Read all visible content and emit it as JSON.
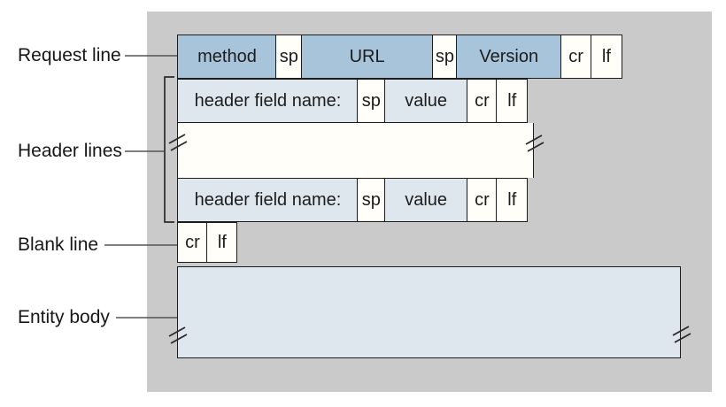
{
  "labels": {
    "request_line": "Request line",
    "header_lines": "Header lines",
    "blank_line": "Blank line",
    "entity_body": "Entity body"
  },
  "request_row": {
    "cells": [
      {
        "text": "method"
      },
      {
        "text": "sp"
      },
      {
        "text": "URL"
      },
      {
        "text": "sp"
      },
      {
        "text": "Version"
      },
      {
        "text": "cr"
      },
      {
        "text": "lf"
      }
    ]
  },
  "header_row": {
    "cells": [
      {
        "text": "header field name:"
      },
      {
        "text": "sp"
      },
      {
        "text": "value"
      },
      {
        "text": "cr"
      },
      {
        "text": "lf"
      }
    ]
  },
  "blank_row": {
    "cells": [
      {
        "text": "cr"
      },
      {
        "text": "lf"
      }
    ]
  },
  "colors": {
    "panel": "#cacaca",
    "request_fill": "#a7c4db",
    "header_fill": "#dfe7ee",
    "white_fill": "#fffef8",
    "border": "#1c1c1c"
  }
}
